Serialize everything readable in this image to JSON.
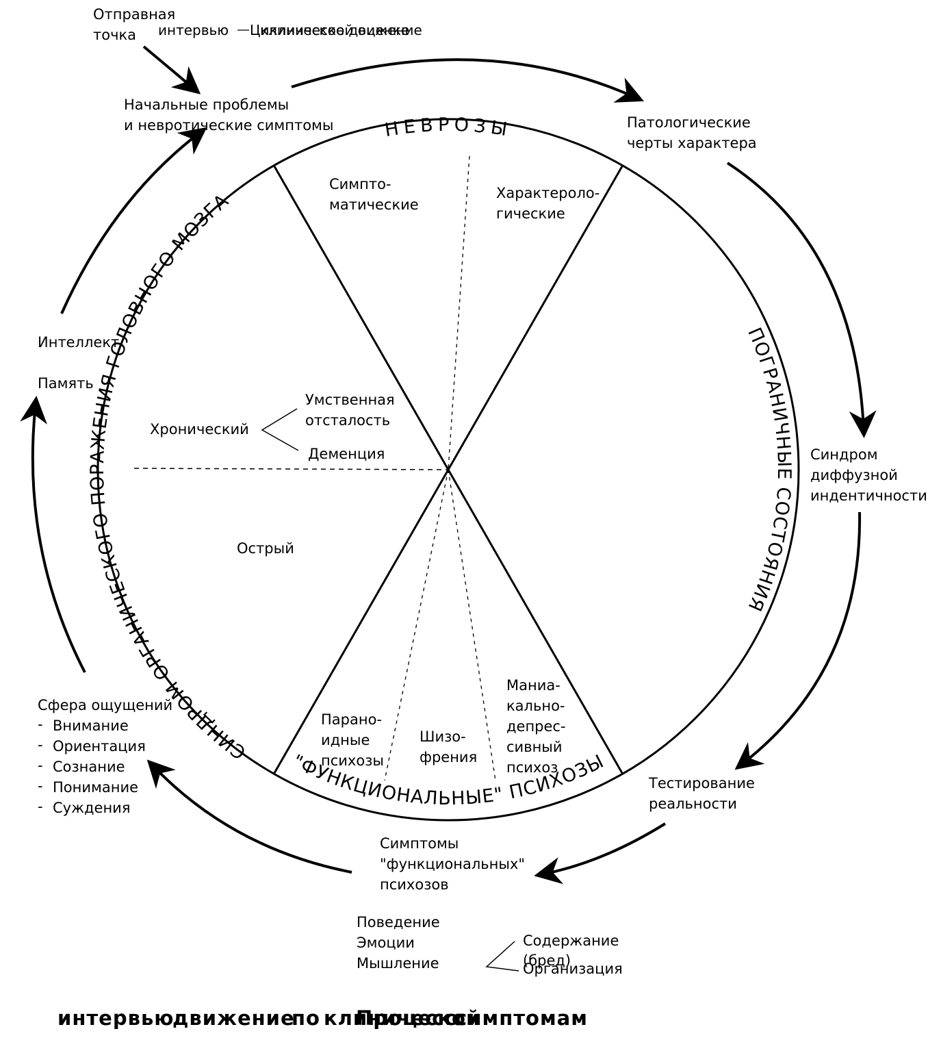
{
  "start": {
    "label_line1": "Отправная",
    "label_line2": "точка"
  },
  "top_caption": {
    "part1": "интервью",
    "part2": "Циклическое движение",
    "overlap_part3": "клинической оценке"
  },
  "stages": {
    "initial": {
      "line1": "Начальные  проблемы",
      "line2": "и  невротические  симптомы"
    },
    "pathological": {
      "line1": "Патологические",
      "line2": "черты  характера"
    },
    "diffuse": {
      "line1": "Синдром",
      "line2": "диффузной",
      "line3": "индентичности"
    },
    "reality": {
      "line1": "Тестирование",
      "line2": "реальности"
    },
    "functional": {
      "line1": "Симптомы",
      "line2": "\"функциональных\"",
      "line3": "психозов"
    },
    "sensory": {
      "title": "Сфера  ощущений",
      "items": [
        "Внимание",
        "Ориентация",
        "Сознание",
        "Понимание",
        "Суждения"
      ]
    },
    "memory": "Память",
    "intellect": "Интеллект"
  },
  "bottom_block": {
    "items": [
      "Поведение",
      "Эмоции",
      "Мышление"
    ],
    "branch_top": "Содержание",
    "branch_top_overlap": "(бред)",
    "branch_bottom": "Организация"
  },
  "ring_labels": {
    "neuroses": "НЕВРОЗЫ",
    "borderline": "ПОГРАНИЧНЫЕ СОСТОЯНИЯ",
    "functional": "\"ФУНКЦИОНАЛЬНЫЕ\" ПСИХОЗЫ",
    "organic": "СИНДРОМ ОРГАНИЧЕСКОГО ПОРАЖЕНИЯ ГОЛОВНОГО МОЗГА"
  },
  "sectors": {
    "symptomatic": {
      "line1": "Симпто-",
      "line2": "матические"
    },
    "characterological": {
      "line1": "Характероло-",
      "line2": "гические"
    },
    "mental_retardation": {
      "line1": "Умственная",
      "line2": "отсталость"
    },
    "dementia": "Деменция",
    "chronic": "Хронический",
    "acute": "Острый",
    "paranoid": {
      "line1": "Парано-",
      "line2": "идные",
      "line3": "психозы"
    },
    "schizophrenia": {
      "line1": "Шизо-",
      "line2": "френия"
    },
    "manic": {
      "line1": "Маниа-",
      "line2": "кально-",
      "line3": "депрес-",
      "line4": "сивный",
      "line5": "психоз"
    }
  },
  "footer": {
    "part1": "интервью",
    "part2": "движение",
    "part3": "по",
    "overlap_a": "клинической",
    "overlap_b": "Процесс",
    "part4": "симптомам"
  }
}
